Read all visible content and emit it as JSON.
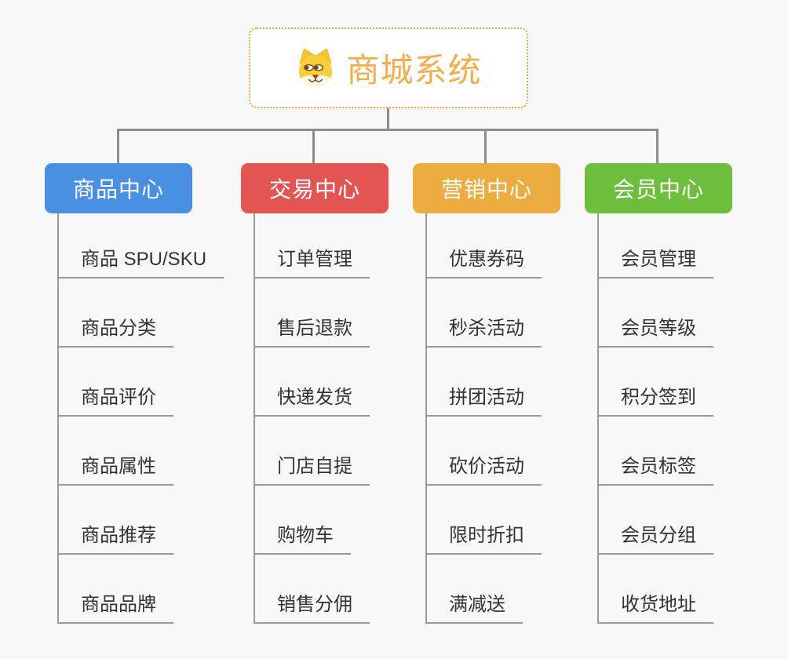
{
  "diagram": {
    "title": "商城系统",
    "background_color": "#f8f8f8",
    "connector_color": "#8c8c8c",
    "leaf_line_color": "#999999",
    "leaf_text_color": "#333333"
  },
  "root": {
    "label": "商城系统",
    "icon": "shiba-dog-icon",
    "text_color": "#f2ae4b",
    "border_color": "#f0a63b",
    "background": "#ffffff"
  },
  "branches": [
    {
      "label": "商品中心",
      "color": "#4a90e2",
      "children": [
        "商品 SPU/SKU",
        "商品分类",
        "商品评价",
        "商品属性",
        "商品推荐",
        "商品品牌"
      ]
    },
    {
      "label": "交易中心",
      "color": "#e25552",
      "children": [
        "订单管理",
        "售后退款",
        "快递发货",
        "门店自提",
        "购物车",
        "销售分佣"
      ]
    },
    {
      "label": "营销中心",
      "color": "#edac40",
      "children": [
        "优惠券码",
        "秒杀活动",
        "拼团活动",
        "砍价活动",
        "限时折扣",
        "满减送"
      ]
    },
    {
      "label": "会员中心",
      "color": "#6ebf3e",
      "children": [
        "会员管理",
        "会员等级",
        "积分签到",
        "会员标签",
        "会员分组",
        "收货地址"
      ]
    }
  ]
}
